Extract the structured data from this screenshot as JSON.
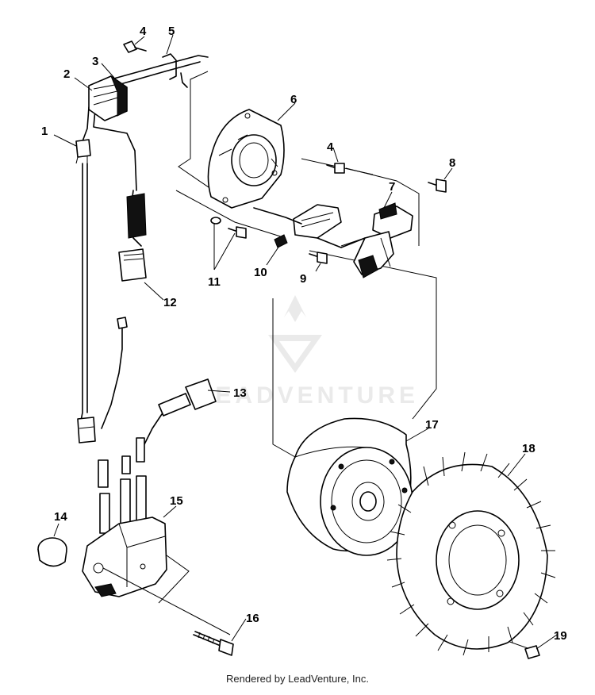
{
  "callouts": [
    "1",
    "2",
    "3",
    "4",
    "4",
    "5",
    "6",
    "7",
    "8",
    "9",
    "10",
    "11",
    "12",
    "13",
    "14",
    "15",
    "16",
    "17",
    "18",
    "19"
  ],
  "watermark": {
    "text": "LEADVENTURE"
  },
  "footer": {
    "text": "Rendered by LeadVenture, Inc."
  }
}
